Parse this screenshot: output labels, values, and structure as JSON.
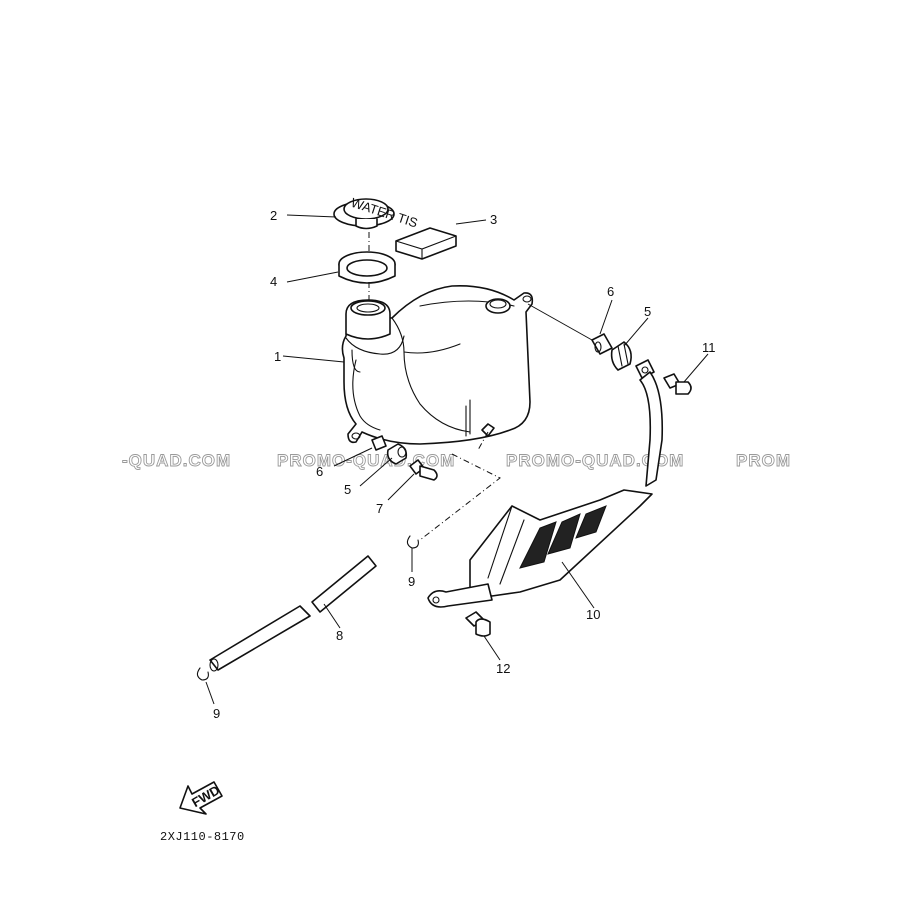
{
  "watermarks": [
    "-QUAD.COM",
    "PROMO-QUAD.COM",
    "PROMO-QUAD.COM",
    "PROM"
  ],
  "callouts": {
    "c1": "1",
    "c2": "2",
    "c3": "3",
    "c4": "4",
    "c5a": "5",
    "c5b": "5",
    "c6a": "6",
    "c6b": "6",
    "c7": "7",
    "c8": "8",
    "c9a": "9",
    "c9b": "9",
    "c10": "10",
    "c11": "11",
    "c12": "12"
  },
  "cap_text": "WATER  TIS",
  "fwd_label": "FWD",
  "diagram_code": "2XJ110-8170"
}
